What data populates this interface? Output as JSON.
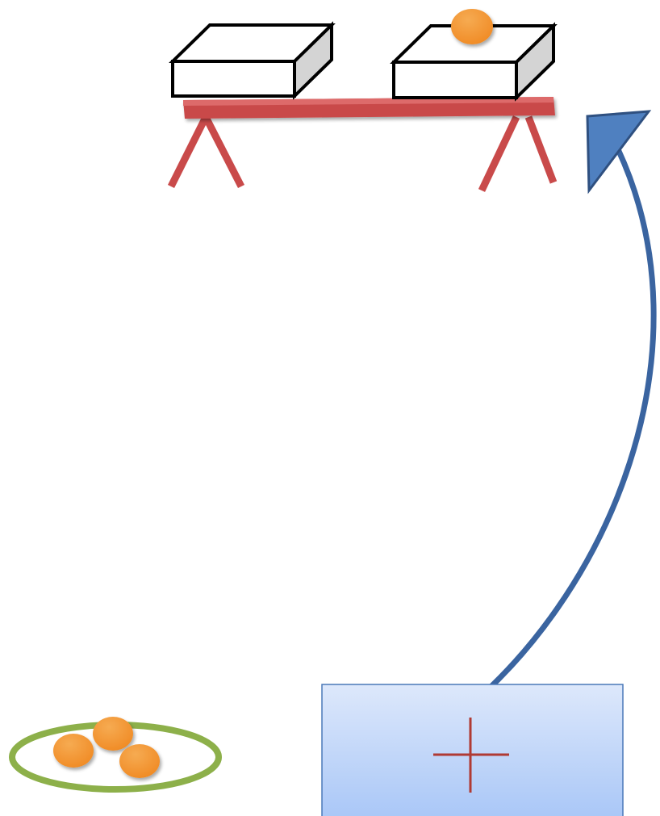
{
  "scene": {
    "background": "#ffffff",
    "table": {
      "color": "#c94a4a",
      "highlight": "#dd6a6a"
    },
    "boxes": {
      "count": 2,
      "front_color": "#ffffff",
      "top_color": "#ffffff",
      "side_color": "#d4d4d4",
      "outline_color": "#000000"
    },
    "balls": {
      "color": "#f08a24",
      "highlight": "#f6ab52",
      "on_box": 1,
      "in_plate": 3
    },
    "plate": {
      "color": "#8db04a"
    },
    "start_panel": {
      "top_color": "#dde8fb",
      "bottom_color": "#a8c6f7",
      "border_color": "#4a78b8"
    },
    "crosshair": {
      "color": "#b03a33"
    },
    "arrow": {
      "color": "#3a64a0",
      "head_color": "#4f80c0",
      "head_outline": "#2f5080"
    }
  }
}
